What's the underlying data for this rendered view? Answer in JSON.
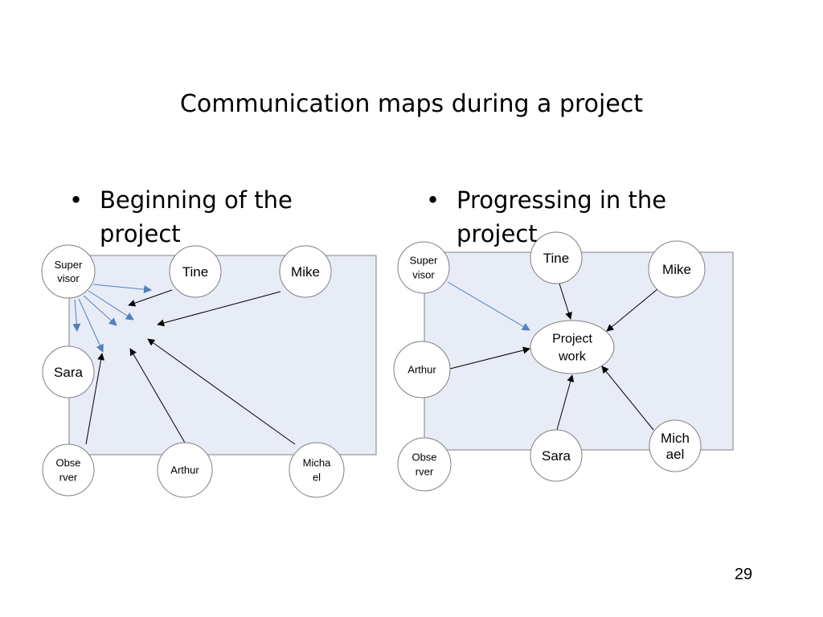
{
  "slide": {
    "title": "Communication maps during a project",
    "page_number": "29",
    "bullet_char": "•"
  },
  "left_map": {
    "heading_lines": [
      "Beginning of the",
      "project"
    ],
    "nodes": {
      "supervisor": [
        "Super",
        "visor"
      ],
      "tine": [
        "Tine"
      ],
      "mike": [
        "Mike"
      ],
      "sara": [
        "Sara"
      ],
      "observer": [
        "Obse",
        "rver"
      ],
      "arthur": [
        "Arthur"
      ],
      "michael": [
        "Micha",
        "el"
      ]
    }
  },
  "right_map": {
    "heading_lines": [
      "Progressing in the",
      "project"
    ],
    "nodes": {
      "supervisor": [
        "Super",
        "visor"
      ],
      "tine": [
        "Tine"
      ],
      "mike": [
        "Mike"
      ],
      "arthur": [
        "Arthur"
      ],
      "project_work": [
        "Project",
        "work"
      ],
      "observer": [
        "Obse",
        "rver"
      ],
      "sara": [
        "Sara"
      ],
      "michael": [
        "Mich",
        "ael"
      ]
    }
  },
  "colors": {
    "panel_fill": "#e8ecf7",
    "panel_stroke": "#808080",
    "arrow_black": "#000000",
    "arrow_blue": "#4f81bd"
  }
}
